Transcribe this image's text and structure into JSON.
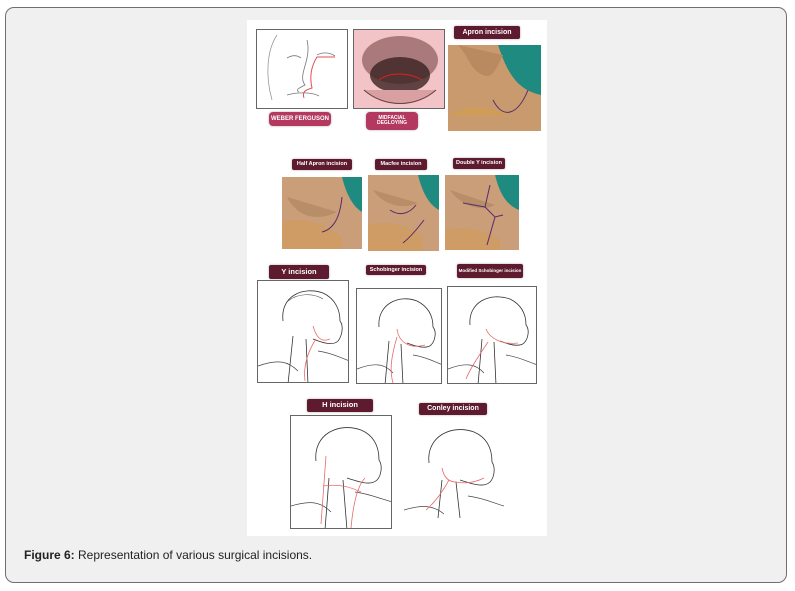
{
  "figure": {
    "caption_label": "Figure 6:",
    "caption_text": " Representation of various surgical incisions.",
    "panels": [
      {
        "label": "WEBER FERGUSON",
        "type": "drawing"
      },
      {
        "label": "MIDFACIAL DEGLOYING",
        "type": "drawing"
      },
      {
        "label": "Apron incision",
        "type": "photo"
      },
      {
        "label": "Half Apron incision",
        "type": "photo"
      },
      {
        "label": "Macfee incision",
        "type": "photo"
      },
      {
        "label": "Double Y incision",
        "type": "photo"
      },
      {
        "label": "Y incision",
        "type": "drawing"
      },
      {
        "label": "Schobinger incision",
        "type": "drawing"
      },
      {
        "label": "Modified Schobinger incision",
        "type": "drawing"
      },
      {
        "label": "H incision",
        "type": "drawing"
      },
      {
        "label": "Conley incision",
        "type": "drawing"
      }
    ]
  },
  "colors": {
    "label_dark": "#5e1a2e",
    "label_pink": "#b3395f",
    "incision_red": "#e05050",
    "incision_purple": "#5a2a6a"
  }
}
